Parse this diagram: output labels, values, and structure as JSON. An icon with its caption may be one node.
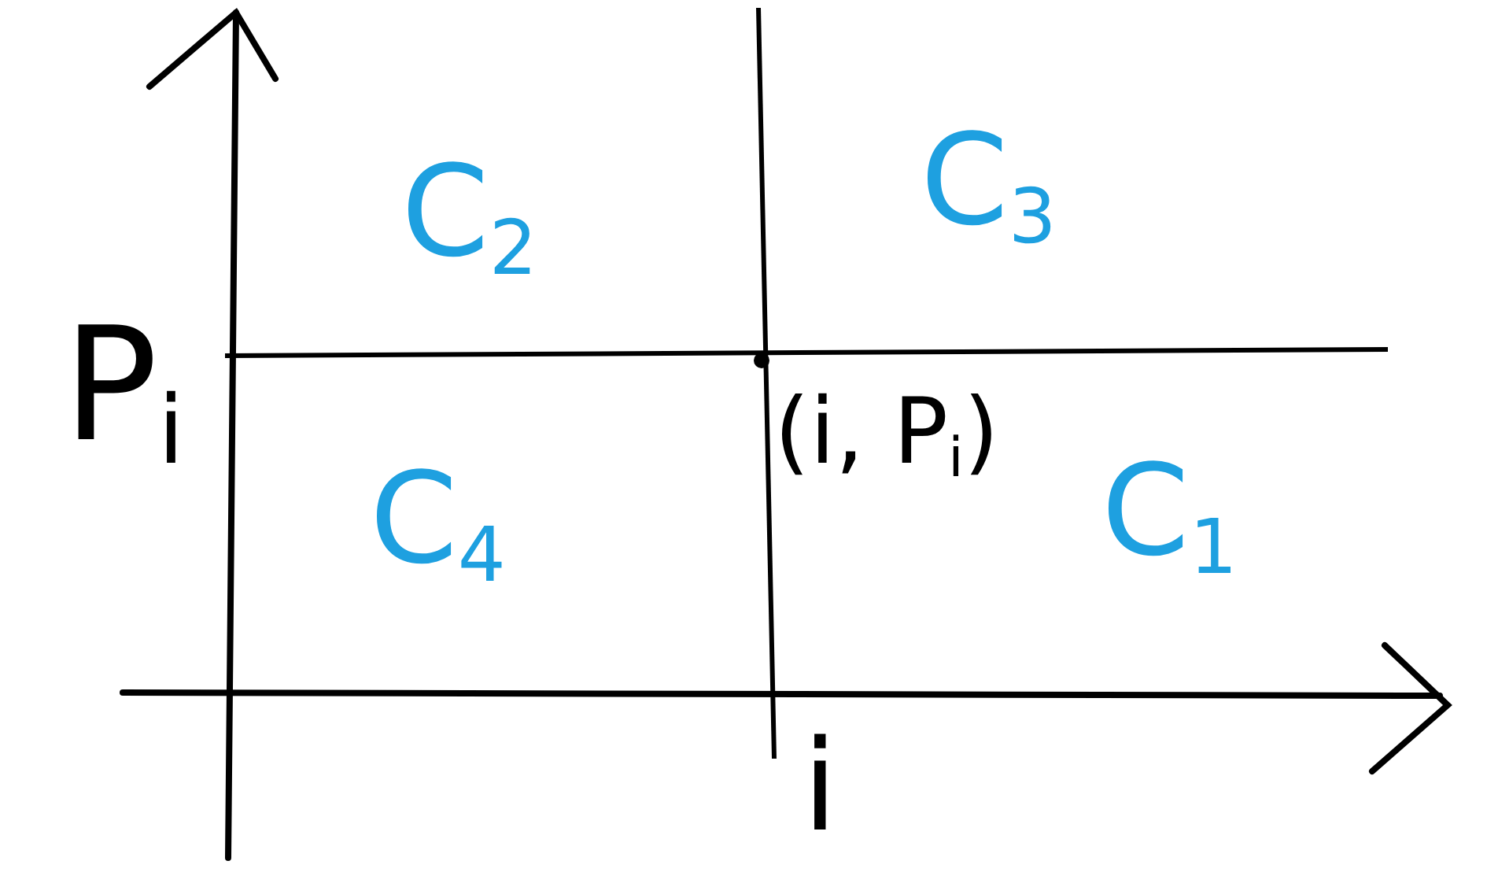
{
  "diagram": {
    "labels": [
      "C$_{2}$",
      "C$_{3}$",
      "P$_{i}$",
      "(i, P$_{i}$)",
      "C$_{4}$",
      "C$_{1}$",
      "i"
    ]
  }
}
